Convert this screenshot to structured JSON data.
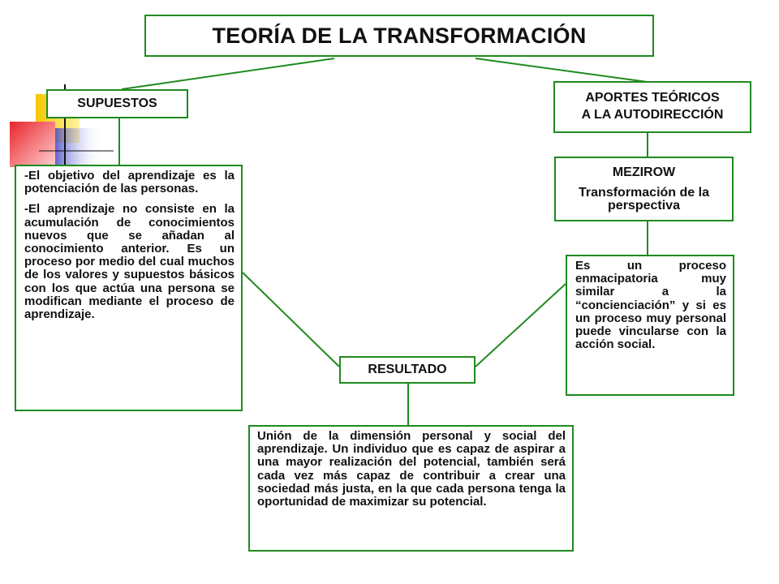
{
  "colors": {
    "border": "#1f8a1f",
    "connector": "#1f8a1f",
    "deco_yellow": "#f5c800",
    "deco_red": "#e8242a",
    "deco_blue": "#2428b8"
  },
  "title": "TEORÍA DE LA TRANSFORMACIÓN",
  "supuestos": {
    "label": "SUPUESTOS",
    "paragraphs": [
      "-El objetivo del aprendizaje es la potenciación de las personas.",
      "-El aprendizaje no consiste en la acumulación de conocimientos nuevos que se añadan al conocimiento anterior.  Es un proceso por medio del cual muchos de los valores  y supuestos básicos con los que actúa una persona se modifican mediante el proceso de aprendizaje."
    ]
  },
  "aportes": {
    "line1": "APORTES TEÓRICOS",
    "line2": "A LA AUTODIRECCIÓN"
  },
  "mezirow": {
    "name": "MEZIROW",
    "subtitle": "Transformación de la perspectiva",
    "description": "Es un proceso enmacipatoria muy similar a la “concienciación” y si es un proceso muy personal puede vincularse con la acción social."
  },
  "resultado": {
    "label": "RESULTADO",
    "description": "Unión de la dimensión personal y social del aprendizaje.  Un individuo que es capaz de aspirar a una mayor realización del potencial, también será cada vez más capaz de contribuir a crear una sociedad más justa, en la que cada persona tenga la oportunidad de maximizar su potencial."
  }
}
